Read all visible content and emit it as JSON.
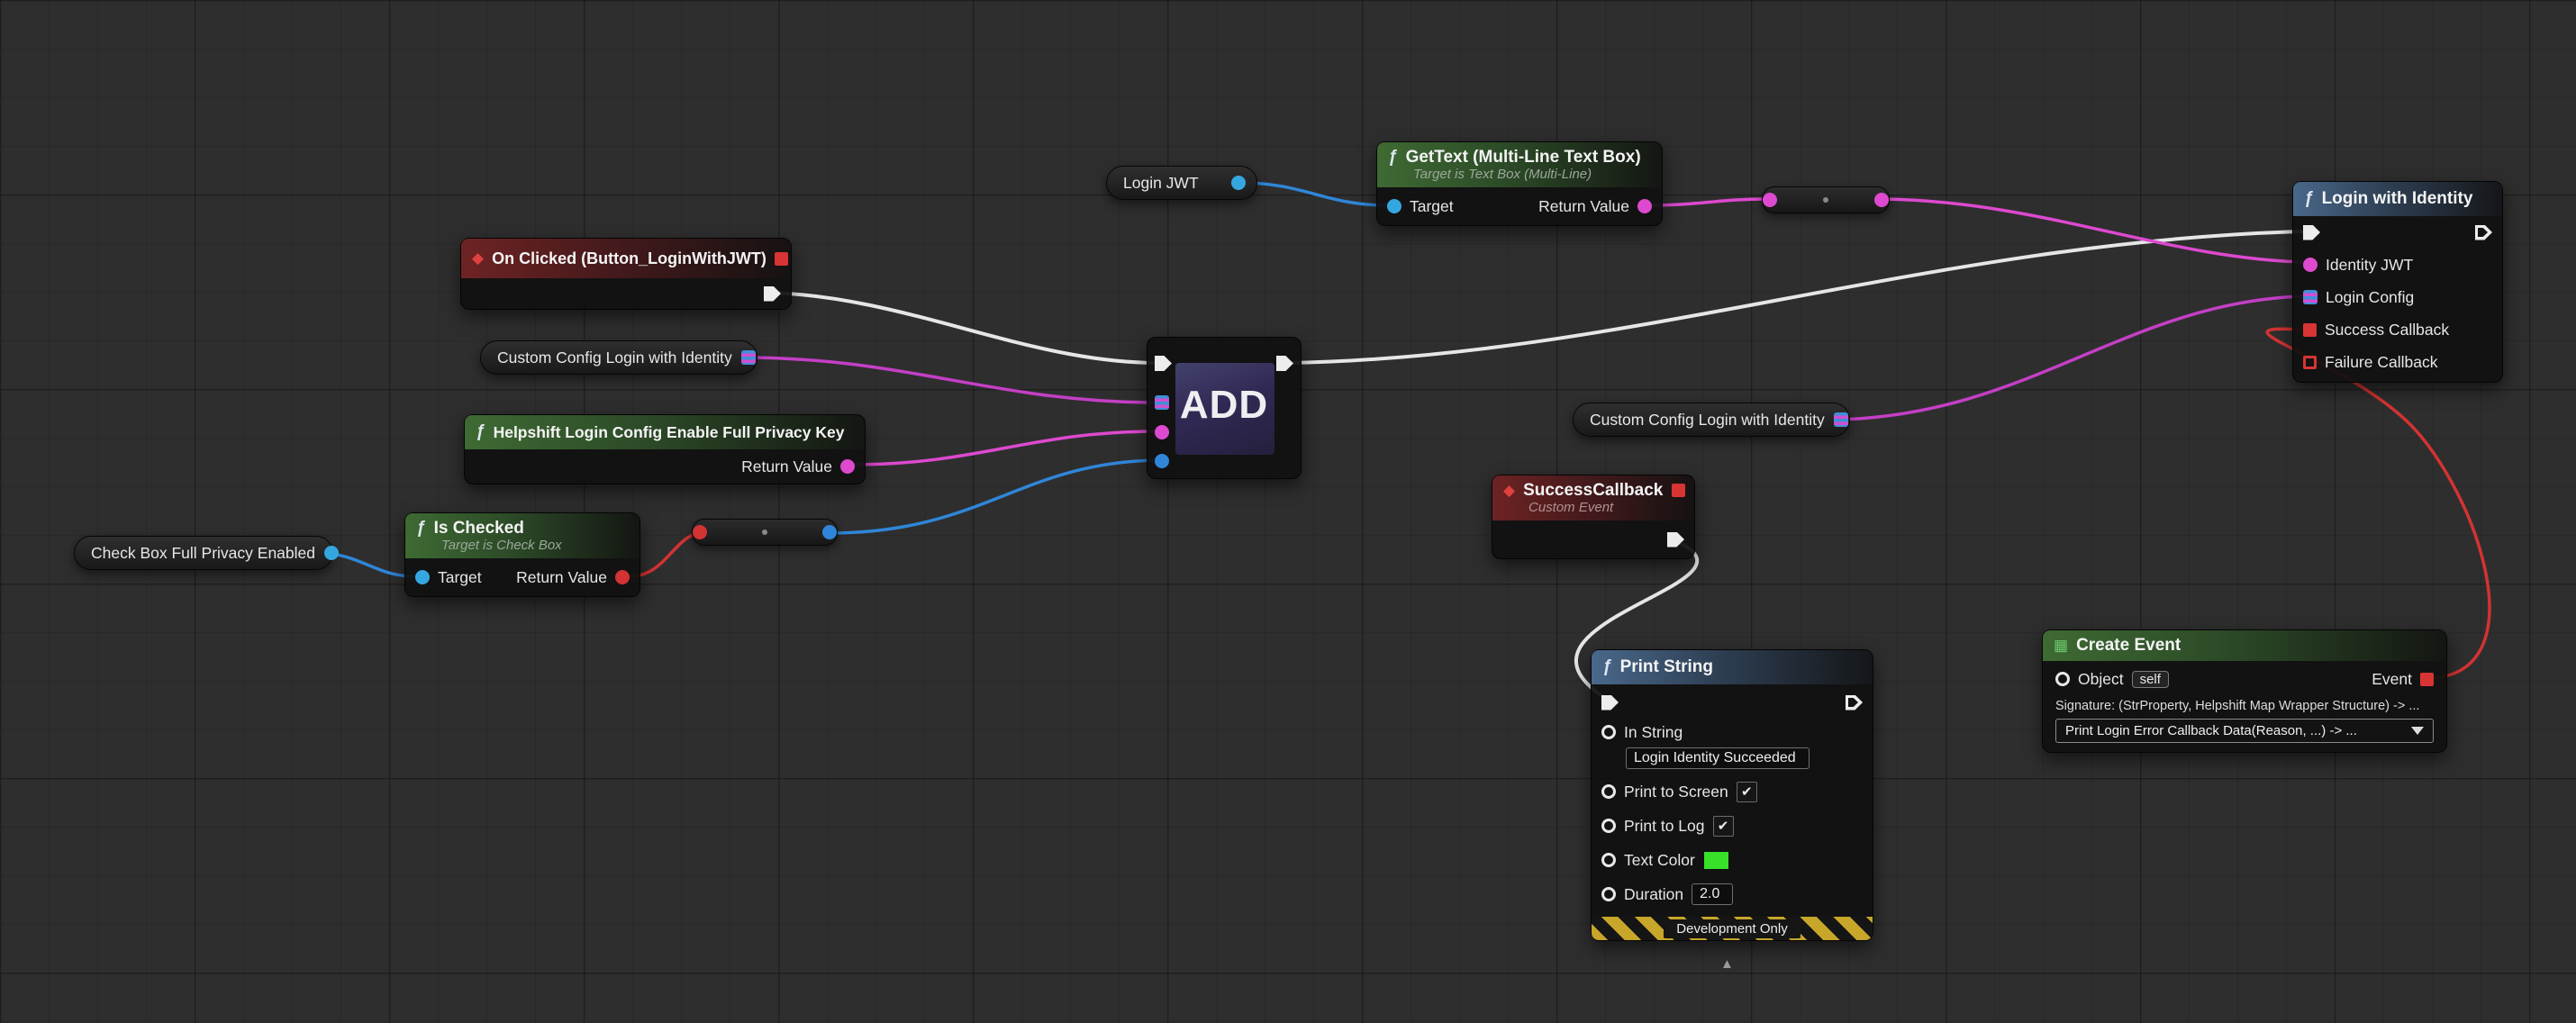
{
  "icons": {
    "function": "ƒ",
    "event": "◆",
    "create_event": "▦",
    "check": "✔",
    "collapse": "▲"
  },
  "colors": {
    "exec_wire": "#e6e6e6",
    "wire_blue": "#2f86d8",
    "wire_pink": "#dd49cf",
    "wire_magenta": "#c43fc6",
    "wire_red": "#d23333",
    "swatch_green": "#38e02a"
  },
  "nodes": {
    "login_jwt": {
      "label": "Login JWT"
    },
    "gettext": {
      "title": "GetText (Multi-Line Text Box)",
      "subtitle": "Target is Text Box (Multi-Line)",
      "pin_target": "Target",
      "pin_return": "Return Value"
    },
    "login_with_identity": {
      "title": "Login with Identity",
      "pin_identity_jwt": "Identity JWT",
      "pin_login_config": "Login Config",
      "pin_success_callback": "Success Callback",
      "pin_failure_callback": "Failure Callback"
    },
    "on_clicked": {
      "title": "On Clicked (Button_LoginWithJWT)"
    },
    "custom_config_1": {
      "label": "Custom Config Login with Identity"
    },
    "custom_config_2": {
      "label": "Custom Config Login with Identity"
    },
    "helpshift_privacy_key": {
      "title": "Helpshift Login Config Enable Full Privacy Key",
      "pin_return": "Return Value"
    },
    "add_collapsed": {
      "watermark": "ADD"
    },
    "is_checked": {
      "title": "Is Checked",
      "subtitle": "Target is Check Box",
      "pin_target": "Target",
      "pin_return": "Return Value"
    },
    "check_box_full_privacy": {
      "label": "Check Box Full Privacy Enabled"
    },
    "success_callback_event": {
      "title": "SuccessCallback",
      "subtitle": "Custom Event"
    },
    "print_string": {
      "title": "Print String",
      "pin_in_string": "In String",
      "in_string_value": "Login Identity Succeeded",
      "pin_print_to_screen": "Print to Screen",
      "pin_print_to_log": "Print to Log",
      "pin_text_color": "Text Color",
      "pin_duration": "Duration",
      "duration_value": "2.0",
      "banner": "Development Only"
    },
    "create_event": {
      "title": "Create Event",
      "pin_object": "Object",
      "object_value": "self",
      "pin_event": "Event",
      "signature": "Signature: (StrProperty, Helpshift Map Wrapper Structure) -> ...",
      "dropdown_value": "Print Login Error Callback Data(Reason, ...) -> ..."
    }
  }
}
